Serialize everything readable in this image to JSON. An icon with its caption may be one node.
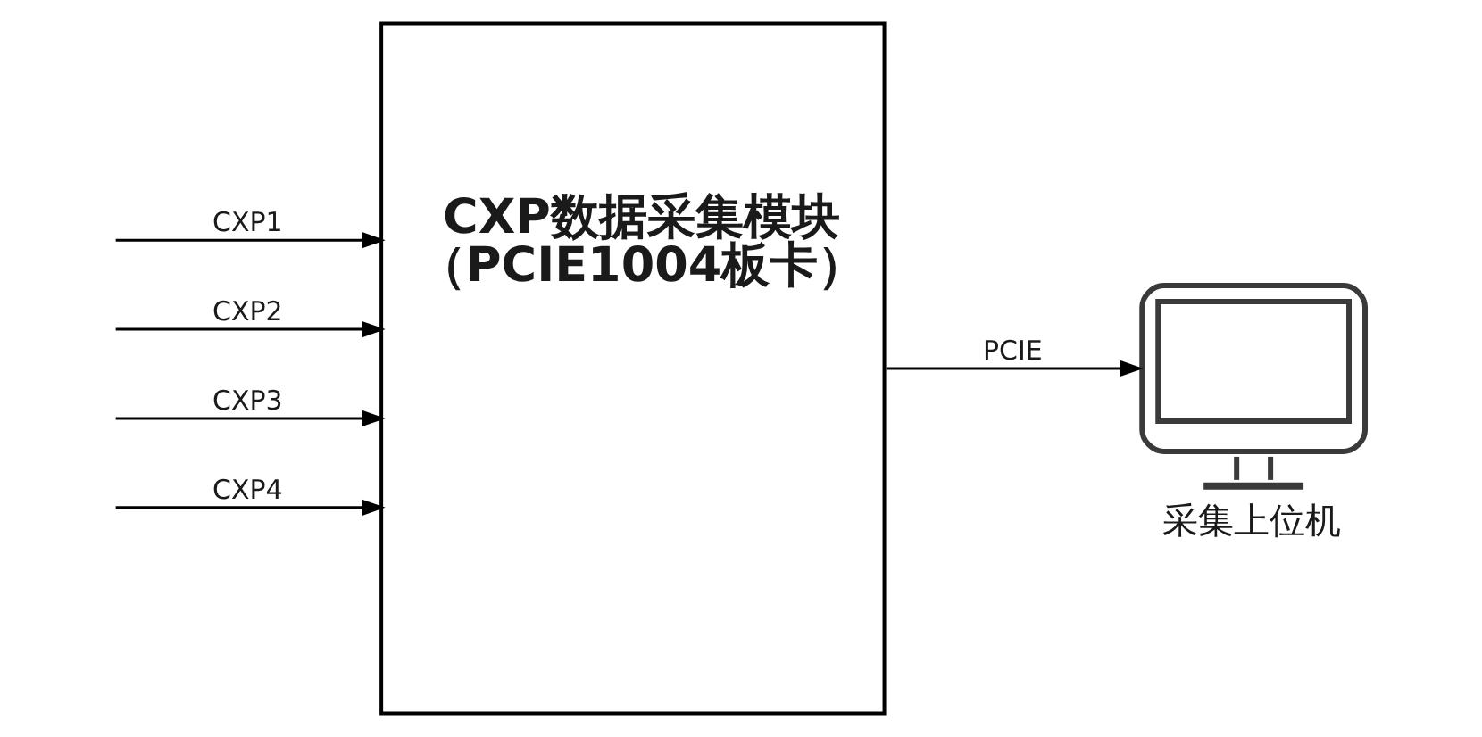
{
  "diagram": {
    "nodes": [
      {
        "text": [
          "CXP数据采集模块",
          "（PCIE1004板卡）"
        ]
      },
      {
        "text": [],
        "shape": "picture",
        "beside": [
          "采集上位机"
        ]
      }
    ],
    "edges": [
      {
        "from": null,
        "to": 0,
        "arrow": "to",
        "label": "CXP1"
      },
      {
        "from": null,
        "to": 0,
        "arrow": "to",
        "label": "CXP2"
      },
      {
        "from": null,
        "to": 0,
        "arrow": "to",
        "label": "CXP3"
      },
      {
        "from": null,
        "to": 0,
        "arrow": "to",
        "label": "CXP4"
      },
      {
        "from": 0,
        "to": 1,
        "arrow": "to",
        "label": "PCIE"
      }
    ]
  }
}
